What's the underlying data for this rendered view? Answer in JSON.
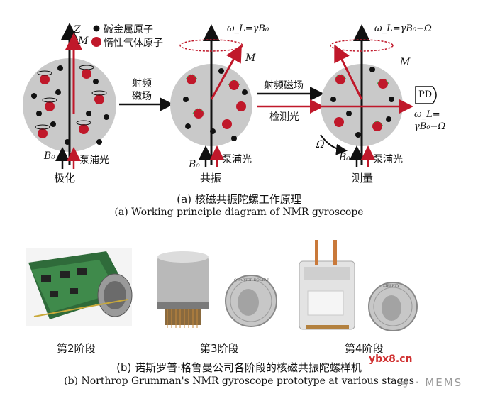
{
  "diagram": {
    "legend": {
      "alkali": "碱金属原子",
      "inert": "惰性气体原子"
    },
    "axis_z": "Z",
    "axis_m": "M",
    "panel1": {
      "b0": "B₀",
      "pump": "泵浦光",
      "stage": "极化"
    },
    "panel2": {
      "omega": "ω_L=γB₀",
      "m": "M",
      "b0": "B₀",
      "pump": "泵浦光",
      "stage": "共振",
      "rf_label_1": "射频",
      "rf_label_2": "磁场"
    },
    "panel3": {
      "omega": "ω_L=γB₀−Ω",
      "m": "M",
      "rf_label": "射频磁场",
      "detect_label": "检测光",
      "pd": "PD",
      "omega_l_1": "ω_L=",
      "omega_l_2": "γB₀−Ω",
      "rotation": "Ω",
      "b0": "B₀",
      "pump": "泵浦光",
      "stage": "测量"
    }
  },
  "caption_a": {
    "zh": "(a) 核磁共振陀螺工作原理",
    "en": "(a) Working principle diagram of NMR gyroscope"
  },
  "photos": {
    "stage2": "第2阶段",
    "stage3": "第3阶段",
    "stage4": "第4阶段",
    "coin1": "QUARTER DOLLAR",
    "coin2": "LIBERTY"
  },
  "caption_b": {
    "zh": "(b) 诺斯罗普·格鲁曼公司各阶段的核磁共振陀螺样机",
    "en": "(b) Northrop Grumman's NMR gyroscope prototype at various stages"
  },
  "watermark": {
    "text": "号 · MEMS",
    "site": "ybx8.cn"
  },
  "colors": {
    "red": "#c0182a",
    "sphere": "#c9c9c9",
    "green": "#3aa24a"
  }
}
